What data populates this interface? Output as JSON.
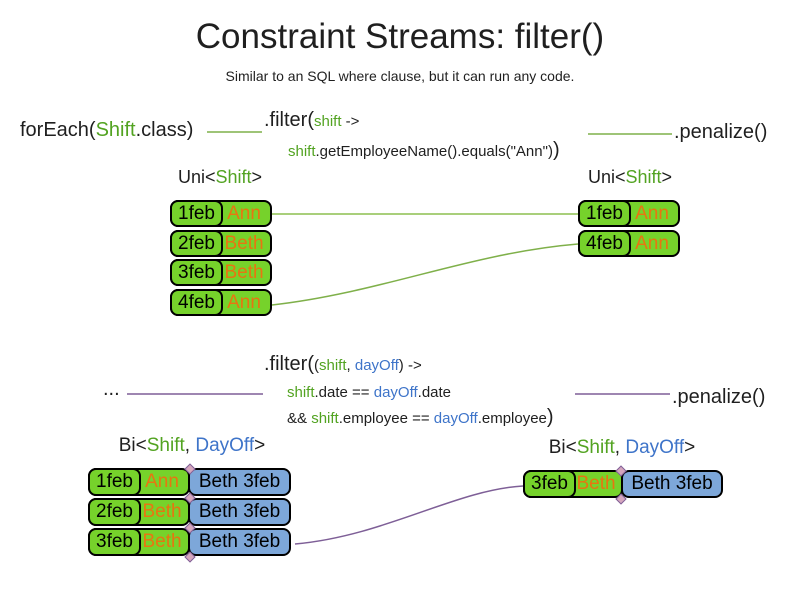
{
  "title": "Constraint Streams: filter()",
  "subtitle": "Similar to an SQL where clause, but it can run any code.",
  "colors": {
    "ink": "#1f1f1f",
    "green_text": "#52a321",
    "blue_text": "#3e74c9",
    "orange_text": "#e87511",
    "green_fill": "#76d22b",
    "blue_fill": "#7da7d9",
    "line_green": "#7fb04a",
    "line_green_light": "#9dc868",
    "line_purple": "#7e5f97",
    "diamond_fill": "#d5a6bd"
  },
  "top_flow": {
    "foreach_prefix": "forEach(",
    "foreach_class": "Shift",
    "foreach_suffix": ".class)",
    "filter_method": ".filter(",
    "filter_param": "shift",
    "filter_arrow": " ->",
    "body_param": "shift",
    "body_expr": ".getEmployeeName().equals(\"Ann\")",
    "body_close": ")",
    "penalize": ".penalize()"
  },
  "uni_left": {
    "pre": "Uni<",
    "type": "Shift",
    "post": ">",
    "rows": [
      {
        "date": "1feb",
        "name": "Ann"
      },
      {
        "date": "2feb",
        "name": "Beth"
      },
      {
        "date": "3feb",
        "name": "Beth"
      },
      {
        "date": "4feb",
        "name": "Ann"
      }
    ]
  },
  "uni_right": {
    "pre": "Uni<",
    "type": "Shift",
    "post": ">",
    "rows": [
      {
        "date": "1feb",
        "name": "Ann"
      },
      {
        "date": "4feb",
        "name": "Ann"
      }
    ]
  },
  "bottom_flow": {
    "source": "...",
    "filter_method": ".filter(",
    "paren_open": "(",
    "param1": "shift",
    "comma": ", ",
    "param2": "dayOff",
    "paren_close": ")",
    "arrow": " ->",
    "cond1_var1": "shift",
    "cond1_mid": ".date == ",
    "cond1_var2": "dayOff",
    "cond1_end": ".date",
    "cond2_and": "&& ",
    "cond2_var1": "shift",
    "cond2_mid": ".employee == ",
    "cond2_var2": "dayOff",
    "cond2_end": ".employee",
    "close": ")",
    "penalize": ".penalize()"
  },
  "bi_left": {
    "pre": "Bi<",
    "type1": "Shift",
    "comma": ", ",
    "type2": "DayOff",
    "post": ">",
    "rows": [
      {
        "date": "1feb",
        "name": "Ann",
        "dayoff": "Beth 3feb"
      },
      {
        "date": "2feb",
        "name": "Beth",
        "dayoff": "Beth 3feb"
      },
      {
        "date": "3feb",
        "name": "Beth",
        "dayoff": "Beth 3feb"
      }
    ]
  },
  "bi_right": {
    "pre": "Bi<",
    "type1": "Shift",
    "comma": ", ",
    "type2": "DayOff",
    "post": ">",
    "rows": [
      {
        "date": "3feb",
        "name": "Beth",
        "dayoff": "Beth 3feb"
      }
    ]
  }
}
